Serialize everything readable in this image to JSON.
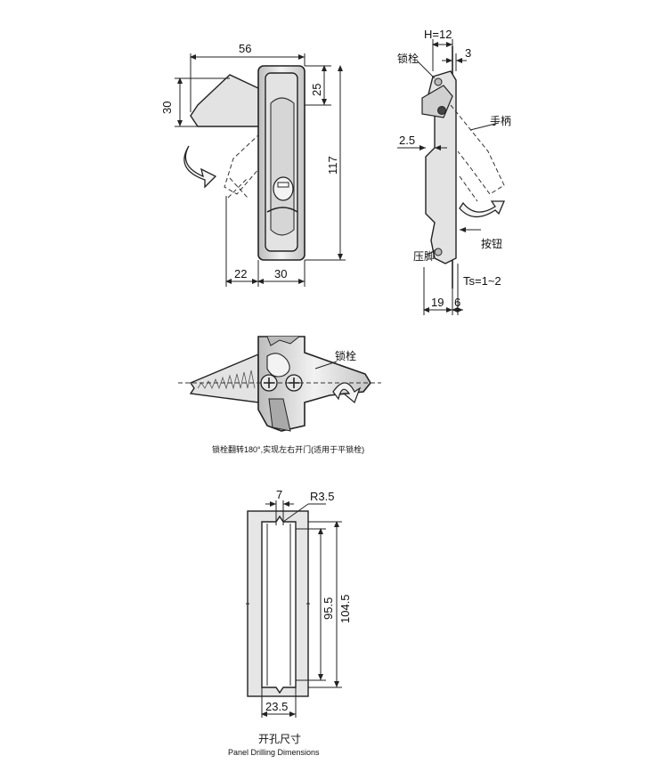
{
  "front_view": {
    "dims": {
      "width_total": "56",
      "height_lever": "30",
      "top_offset": "25",
      "height_total": "117",
      "left_offset": "22",
      "body_width": "30"
    }
  },
  "side_view": {
    "dims": {
      "h": "H=12",
      "thick": "3",
      "offset": "2.5",
      "ts": "Ts=1~2",
      "bottom_a": "19",
      "bottom_b": "6"
    },
    "labels": {
      "cam": "锁栓",
      "handle": "手柄",
      "button": "按钮",
      "plate": "压脚"
    }
  },
  "rear_view": {
    "labels": {
      "cam": "锁栓"
    },
    "caption": "锁栓翻转180°,实现左右开门(适用于平锁栓)"
  },
  "cutout_view": {
    "dims": {
      "slot": "7",
      "radius": "R3.5",
      "inner_h": "95.5",
      "outer_h": "104.5",
      "width": "23.5"
    },
    "title_cn": "开孔尺寸",
    "title_en": "Panel Drilling Dimensions"
  }
}
